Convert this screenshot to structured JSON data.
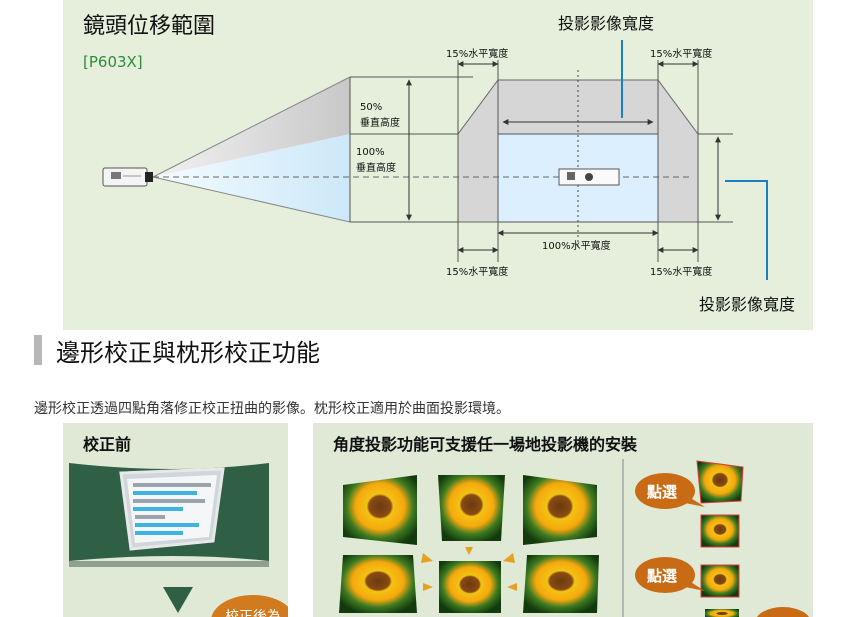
{
  "shift": {
    "title": "鏡頭位移範圍",
    "model": "[P603X]",
    "label_top_width": "投影影像寬度",
    "label_bottom_width": "投影影像寬度",
    "top_left_15": "15%水平寬度",
    "top_right_15": "15%水平寬度",
    "bottom_left_15": "15%水平寬度",
    "bottom_right_15": "15%水平寬度",
    "hundred_h": "100%水平寬度",
    "v50_pct": "50%",
    "v50_label": "垂直高度",
    "v100_pct": "100%",
    "v100_label": "垂直高度",
    "colors": {
      "panel": "#e5efdc",
      "gray_area": "#d6d6d6",
      "blue_area": "#dcefff",
      "callout": "#1a7fc4"
    }
  },
  "section": {
    "title": "邊形校正與枕形校正功能",
    "intro": "邊形校正透過四點角落修正校正扭曲的影像。枕形校正適用於曲面投影環境。"
  },
  "panel_before": {
    "title": "校正前",
    "bubble": "校正後為"
  },
  "panel_angle": {
    "title": "角度投影功能可支援任一場地投影機的安裝",
    "badge1": "點選",
    "badge2": "點選",
    "colors": {
      "badge": "#c96a14",
      "arrow": "#e8a020"
    }
  }
}
